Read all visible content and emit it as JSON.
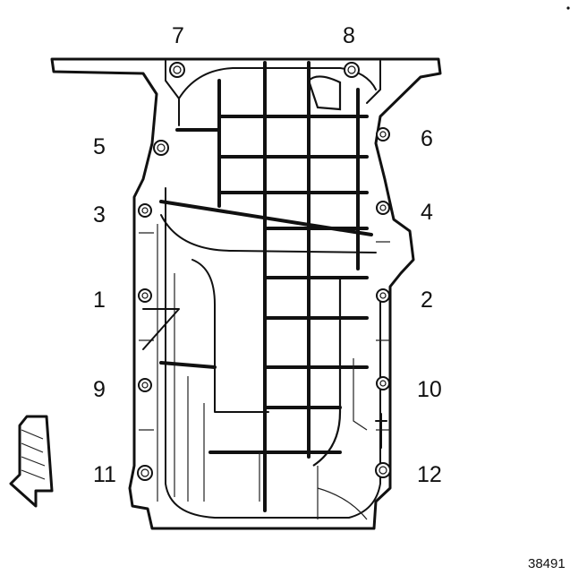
{
  "figure": {
    "figure_id": "38491",
    "bolt_labels": [
      {
        "id": "7",
        "text": "7"
      },
      {
        "id": "8",
        "text": "8"
      },
      {
        "id": "5",
        "text": "5"
      },
      {
        "id": "6",
        "text": "6"
      },
      {
        "id": "3",
        "text": "3"
      },
      {
        "id": "4",
        "text": "4"
      },
      {
        "id": "1",
        "text": "1"
      },
      {
        "id": "2",
        "text": "2"
      },
      {
        "id": "9",
        "text": "9"
      },
      {
        "id": "10",
        "text": "10"
      },
      {
        "id": "11",
        "text": "11"
      },
      {
        "id": "12",
        "text": "12"
      }
    ]
  }
}
